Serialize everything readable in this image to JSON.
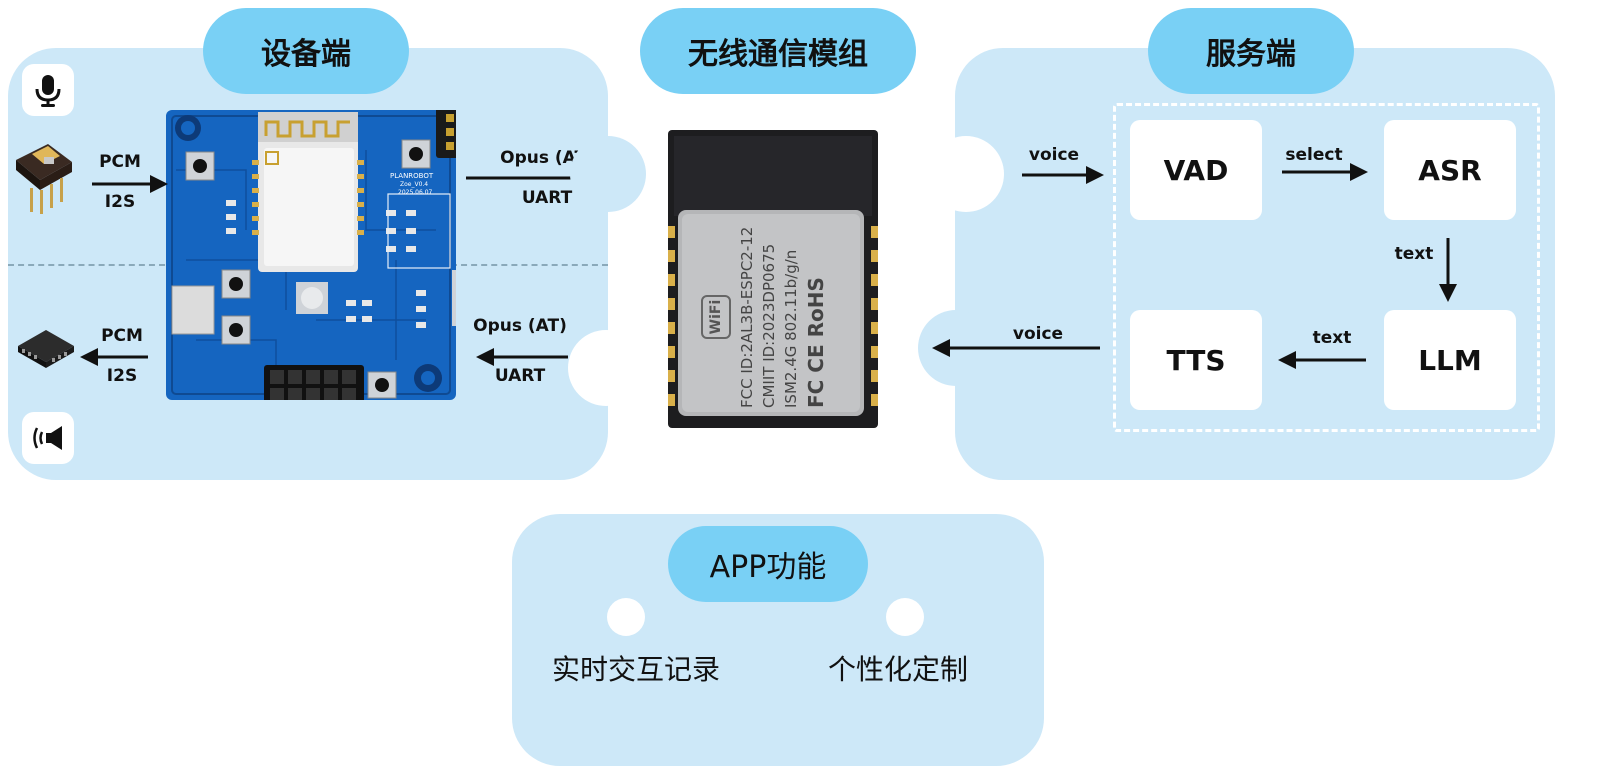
{
  "sections": {
    "device": {
      "title": "设备端"
    },
    "wireless": {
      "title": "无线通信模组"
    },
    "server": {
      "title": "服务端"
    },
    "app": {
      "title": "APP功能"
    }
  },
  "device_links": {
    "mic_to_board": {
      "top": "PCM",
      "bottom": "I2S"
    },
    "board_to_speaker": {
      "top": "PCM",
      "bottom": "I2S"
    },
    "board_to_module": {
      "top": "Opus (AT)",
      "bottom": "UART"
    },
    "module_to_board": {
      "top": "Opus (AT)",
      "bottom": "UART"
    }
  },
  "server_flow": {
    "input_label": "voice",
    "output_label": "voice",
    "vad": "VAD",
    "asr": "ASR",
    "llm": "LLM",
    "tts": "TTS",
    "vad_to_asr": "select",
    "asr_to_llm": "text",
    "llm_to_tts": "text"
  },
  "module": {
    "shield_lines": [
      "FCC ID:2AL3B-ESPC2-12",
      "CMIIT ID:2023DP0675",
      "ISM2.4G 802.11b/g/n"
    ],
    "wifi_badge": "WiFi",
    "marks": "FC CE RoHS"
  },
  "board": {
    "brand": "PLANROBOT",
    "model": "Zoe_V0.4",
    "date": "2025.06.07"
  },
  "app_features": [
    "实时交互记录",
    "个性化定制"
  ],
  "icons": [
    "microphone-icon",
    "speaker-icon"
  ],
  "colors": {
    "panel": "#cde8f8",
    "pill": "#79d0f5",
    "pcb": "#1565c0"
  }
}
